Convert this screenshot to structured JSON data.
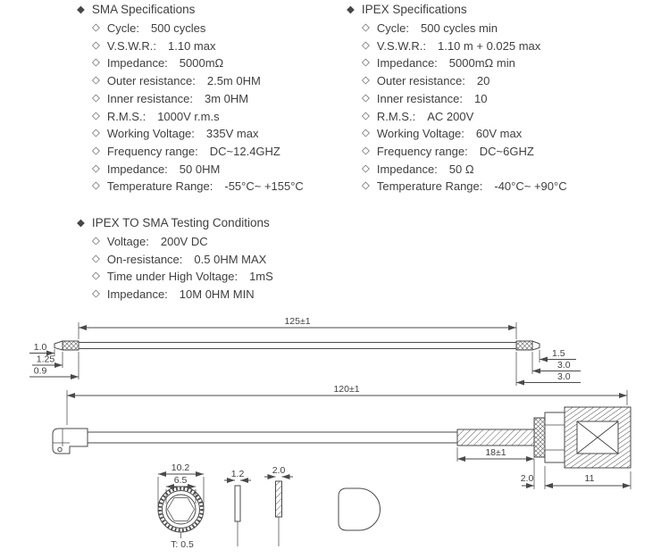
{
  "page": {
    "background": "#ffffff",
    "text_color": "#3f3f3f",
    "line_color": "#4a4a4a"
  },
  "icons": {
    "section_bullet": "◆",
    "item_bullet": "◇"
  },
  "sections": {
    "sma": {
      "title": "SMA Specifications",
      "items": [
        {
          "label": "Cycle:",
          "value": "500 cycles"
        },
        {
          "label": "V.S.W.R.:",
          "value": "1.10 max"
        },
        {
          "label": "Impedance:",
          "value": "5000mΩ"
        },
        {
          "label": "Outer resistance:",
          "value": "2.5m 0HM"
        },
        {
          "label": "Inner resistance:",
          "value": "3m 0HM"
        },
        {
          "label": "R.M.S.:",
          "value": "1000V r.m.s"
        },
        {
          "label": "Working Voltage:",
          "value": "335V max"
        },
        {
          "label": "Frequency range:",
          "value": "DC~12.4GHZ"
        },
        {
          "label": "Impedance:",
          "value": "50 0HM"
        },
        {
          "label": "Temperature Range:",
          "value": "-55°C~ +155°C"
        }
      ]
    },
    "ipex": {
      "title": "IPEX Specifications",
      "items": [
        {
          "label": "Cycle:",
          "value": "500 cycles min"
        },
        {
          "label": "V.S.W.R.:",
          "value": "1.10 m + 0.025 max"
        },
        {
          "label": "Impedance:",
          "value": "5000mΩ min"
        },
        {
          "label": "Outer resistance:",
          "value": "20"
        },
        {
          "label": "Inner resistance:",
          "value": "10"
        },
        {
          "label": "R.M.S.:",
          "value": "AC 200V"
        },
        {
          "label": "Working Voltage:",
          "value": "60V max"
        },
        {
          "label": "Frequency range:",
          "value": "DC~6GHZ"
        },
        {
          "label": "Impedance:",
          "value": "50 Ω"
        },
        {
          "label": "Temperature Range:",
          "value": "-40°C~ +90°C"
        }
      ]
    },
    "testing": {
      "title": "IPEX TO SMA Testing Conditions",
      "items": [
        {
          "label": "Voltage:",
          "value": "200V DC"
        },
        {
          "label": "On-resistance:",
          "value": "0.5 0HM MAX"
        },
        {
          "label": "Time under High Voltage:",
          "value": "1mS"
        },
        {
          "label": "Impedance:",
          "value": "10M 0HM MIN"
        }
      ]
    }
  },
  "drawings": {
    "cable": {
      "overall_length": "125±1",
      "dims_left": [
        "1.0",
        "1.25",
        "0.9"
      ],
      "dims_right": [
        "1.5",
        "3.0",
        "3.0"
      ]
    },
    "assembly": {
      "overall_length": "120±1",
      "braid_length": "18±1",
      "bottom_dims": [
        "2.0",
        "11"
      ]
    },
    "end_views": {
      "outer_diameter": "10.2",
      "inner_diameter": "6.5",
      "thickness": "T: 0.5",
      "pin_dims": [
        "1.2",
        "2.0"
      ]
    }
  }
}
